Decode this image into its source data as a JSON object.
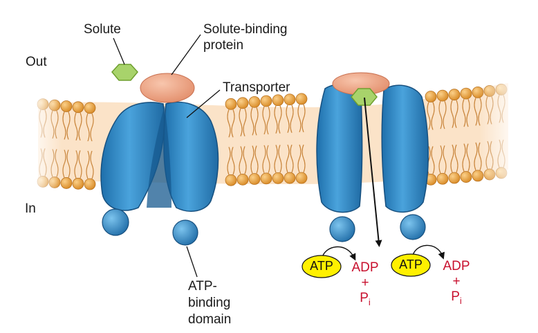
{
  "labels": {
    "solute": "Solute",
    "solute_binding_protein_line1": "Solute-binding",
    "solute_binding_protein_line2": "protein",
    "out": "Out",
    "in": "In",
    "transporter": "Transporter",
    "atp_binding_line1": "ATP-",
    "atp_binding_line2": "binding",
    "atp_binding_line3": "domain"
  },
  "reactions": [
    {
      "atp": "ATP",
      "adp": "ADP",
      "plus": "+",
      "p": "P",
      "p_sub": "i"
    },
    {
      "atp": "ATP",
      "adp": "ADP",
      "plus": "+",
      "p": "P",
      "p_sub": "i"
    }
  ],
  "colors": {
    "membrane_head": "#e8a23c",
    "membrane_fill": "#fbe3c8",
    "transporter": "#2f86c4",
    "transporter_dark": "#1a5c92",
    "binding_protein": "#ee9f82",
    "solute": "#a8d36b",
    "atp_fill": "#fff000",
    "product_text": "#c8102e"
  }
}
